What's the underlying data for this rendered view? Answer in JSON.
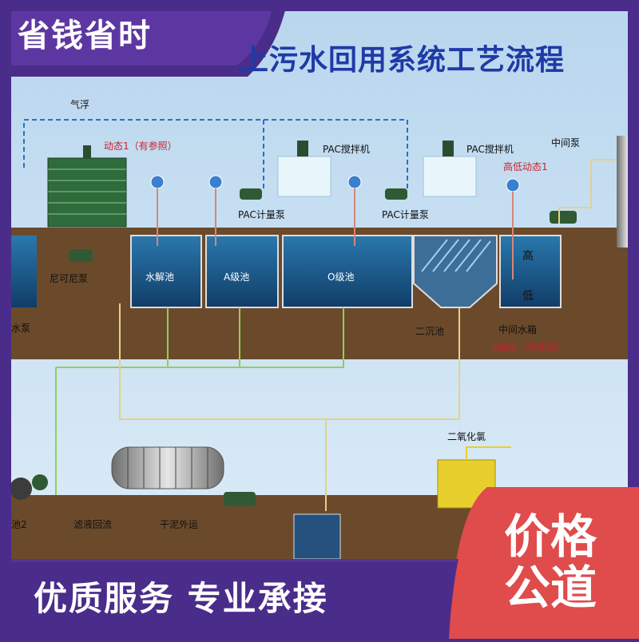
{
  "badge_top_left": "省钱省时",
  "title": "上污水回用系统工艺流程",
  "labels": {
    "qifu": "气浮",
    "dongtai1": "动态1（有参照）",
    "pac_mixer_1": "PAC搅拌机",
    "pac_mixer_2": "PAC搅拌机",
    "pac_pump_1": "PAC计量泵",
    "pac_pump_2": "PAC计量泵",
    "mid_pump": "中间泵",
    "high_low_1": "高低动态1",
    "nike_pump": "尼可尼泵",
    "shuijie": "水解池",
    "a_tank": "A级池",
    "o_tank": "O级池",
    "gao": "高",
    "di": "低",
    "water_pump": "水泵",
    "second_settle": "二沉池",
    "mid_tank": "中间水箱",
    "dongtai2": "动态2（有参照）",
    "chlorine_dioxide": "二氧化氯",
    "filtrate_return": "滤液回流",
    "dry_sludge": "干泥外运",
    "left_cut": "池2"
  },
  "badge_bottom_right": {
    "line1": "价格",
    "line2": "公道"
  },
  "bottom_bar": "优质服务   专业承接",
  "colors": {
    "purple": "#4a2c8a",
    "red_badge": "#e04b4b",
    "sky": "#cfe4f4",
    "ground": "#6b4a2b",
    "water": "#1e5d8c",
    "accent_red": "#cc1f2e"
  }
}
